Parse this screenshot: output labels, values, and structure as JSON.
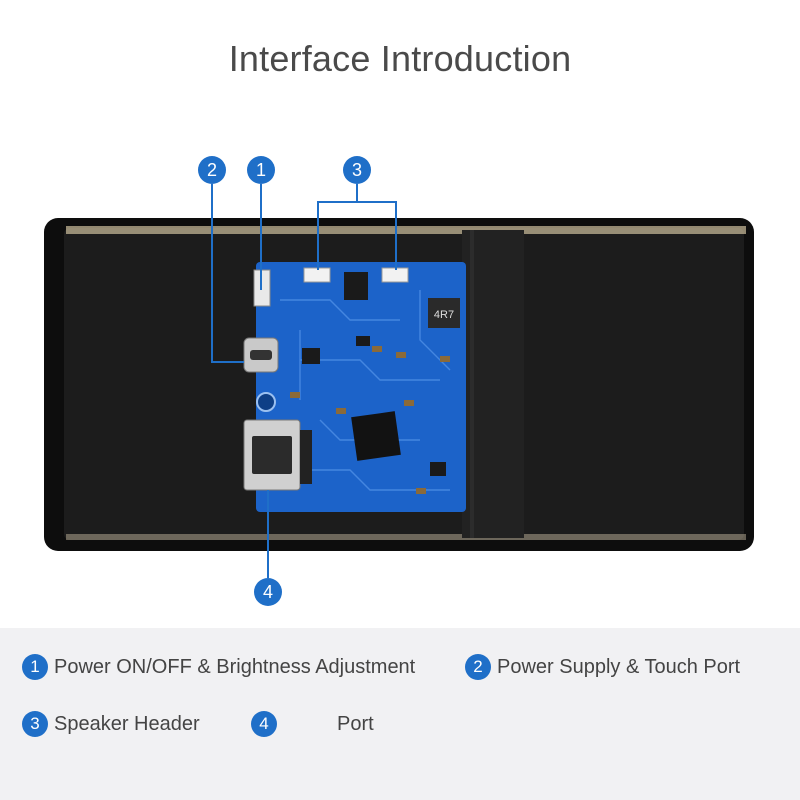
{
  "title": "Interface Introduction",
  "board": {
    "inductor_marking": "4R7"
  },
  "callouts": [
    {
      "number": "1"
    },
    {
      "number": "2"
    },
    {
      "number": "3"
    },
    {
      "number": "4"
    }
  ],
  "legend": [
    {
      "number": "1",
      "text": "Power ON/OFF & Brightness Adjustment"
    },
    {
      "number": "2",
      "text": "Power Supply & Touch Port"
    },
    {
      "number": "3",
      "text": "Speaker Header"
    },
    {
      "number": "4",
      "text": "Port"
    }
  ],
  "colors": {
    "accent": "#1f6fc8",
    "pcb": "#1c63c9",
    "panel": "#111111"
  }
}
